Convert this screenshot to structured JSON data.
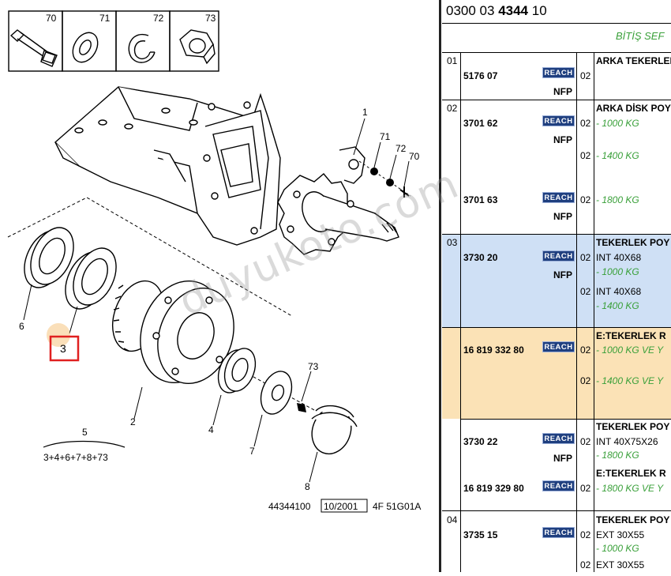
{
  "diagram": {
    "inset_labels": [
      "70",
      "71",
      "72",
      "73"
    ],
    "part_labels": {
      "p1": "1",
      "p71": "71",
      "p72": "72",
      "p70": "70",
      "p6": "6",
      "p3": "3",
      "p2": "2",
      "p4": "4",
      "p7": "7",
      "p73": "73",
      "p8": "8",
      "p5": "5"
    },
    "kit_formula": "3+4+6+7+8+73",
    "footer_ref": "44344100",
    "footer_date": "10/2001",
    "footer_code": "4F 51G01A",
    "watermark": "duyukoto.com"
  },
  "table": {
    "ref_prefix": "0300 03 ",
    "ref_bold": "4344",
    "ref_suffix": " 10",
    "end_label": "BİTİŞ SEF",
    "reach_label": "REACH",
    "nfp_label": "NFP",
    "rows": [
      {
        "index": "01",
        "number": "5176 07",
        "qty": "02",
        "desc": "ARKA TEKERLEK"
      },
      {
        "index": "02",
        "number": "3701 62",
        "qty": "02",
        "desc": "ARKA DİSK POY",
        "note": "- 1000 KG"
      },
      {
        "qty2": "02",
        "note2": "- 1400 KG"
      },
      {
        "number": "3701 63",
        "qty": "02",
        "note": "- 1800 KG"
      },
      {
        "index": "03",
        "number": "3730 20",
        "qty": "02",
        "desc": "TEKERLEK POY",
        "spec": "INT 40X68",
        "note": "- 1000 KG",
        "qty2": "02",
        "spec2": "INT 40X68",
        "note2": "- 1400 KG"
      },
      {
        "number": "16 819 332 80",
        "qty": "02",
        "desc": "E:TEKERLEK R",
        "note": "- 1000 KG VE Y",
        "qty2": "02",
        "note2": "- 1400 KG VE Y"
      },
      {
        "number": "3730 22",
        "qty": "02",
        "desc": "TEKERLEK POY",
        "spec": "INT 40X75X26",
        "note": "- 1800 KG"
      },
      {
        "number": "16 819 329 80",
        "qty": "02",
        "desc": "E:TEKERLEK R",
        "note": "- 1800 KG VE Y"
      },
      {
        "index": "04",
        "number": "3735 15",
        "qty": "02",
        "desc": "TEKERLEK POY",
        "spec": "EXT 30X55",
        "note": "- 1000 KG",
        "qty2": "02",
        "spec2": "EXT 30X55"
      }
    ]
  }
}
